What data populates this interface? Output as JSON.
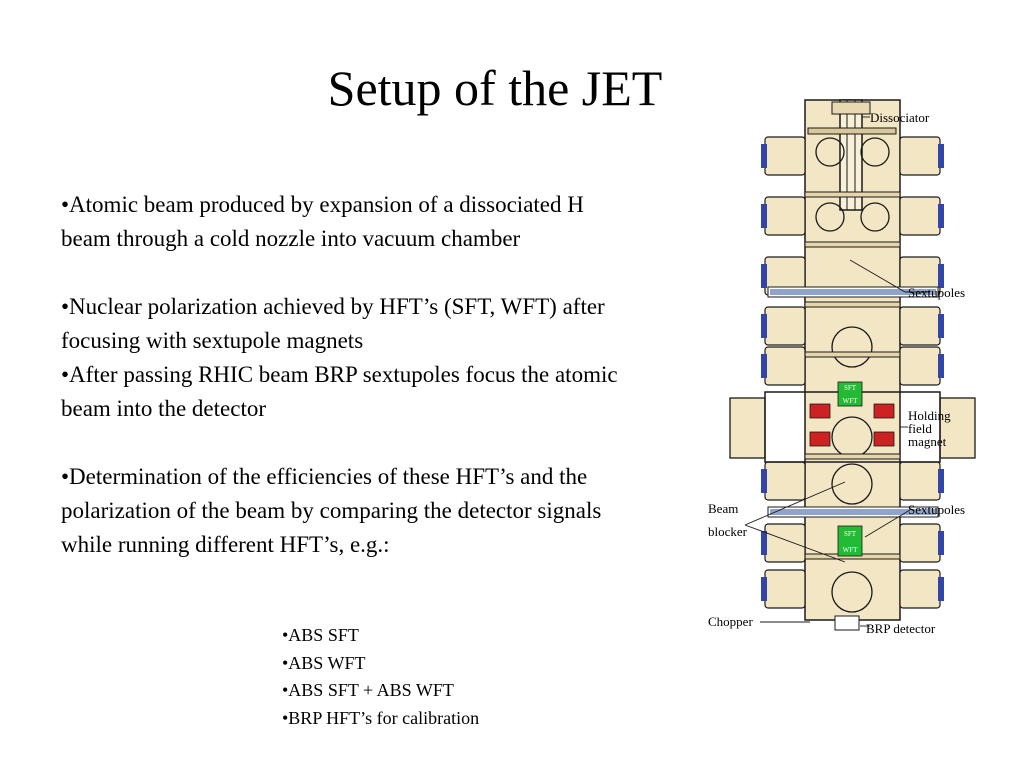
{
  "slide": {
    "title": "Setup of the JET",
    "bullets": [
      "•Atomic beam produced by expansion of a dissociated H beam through a cold nozzle into vacuum chamber",
      "•Nuclear polarization achieved by HFT’s (SFT, WFT) after focusing with sextupole magnets",
      "•After passing RHIC beam BRP sextupoles focus the atomic beam into the detector",
      "•Determination of the efficiencies of these HFT’s and the polarization of the beam by comparing the detector signals while running different HFT’s, e.g.:"
    ],
    "sub_bullets": [
      "•ABS SFT",
      "•ABS WFT",
      "•ABS SFT + ABS WFT",
      "•BRP HFT’s for calibration"
    ]
  },
  "diagram": {
    "labels": {
      "dissociator": "Dissociator",
      "sextupoles_top": "Sextupoles",
      "holding_1": "Holding",
      "holding_2": "field",
      "holding_3": "magnet",
      "beam_1": "Beam",
      "beam_2": "blocker",
      "sextupoles_bottom": "Sextupoles",
      "chopper": "Chopper",
      "brp_detector": "BRP detector",
      "sft_top": "SFT",
      "wft_top": "WFT",
      "sft_bottom": "SFT",
      "wft_bottom": "WFT"
    },
    "colors": {
      "chamber": "#f3e6c4",
      "magnet_blue": "#3344aa",
      "sextupole_stripe": "#4466aa",
      "hft_green": "#22bb33",
      "coil_red": "#cc2222",
      "outline": "#1a1a1a"
    }
  }
}
